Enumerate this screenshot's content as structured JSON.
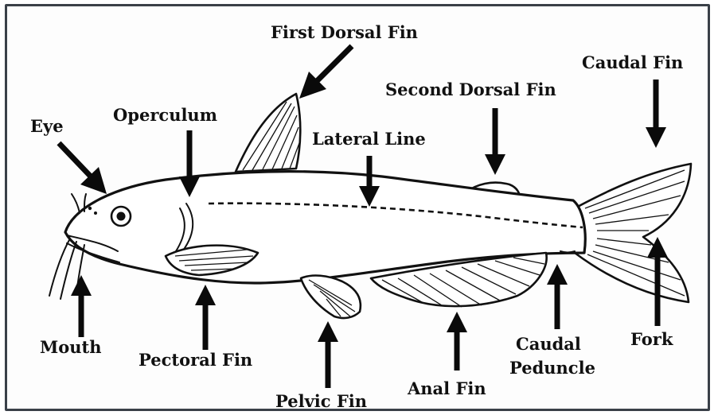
{
  "labels": {
    "first_dorsal_fin": "First Dorsal Fin",
    "caudal_fin": "Caudal Fin",
    "second_dorsal_fin": "Second Dorsal Fin",
    "eye": "Eye",
    "operculum": "Operculum",
    "lateral_line": "Lateral Line",
    "mouth": "Mouth",
    "pectoral_fin": "Pectoral Fin",
    "pelvic_fin": "Pelvic Fin",
    "anal_fin": "Anal Fin",
    "caudal_peduncle_1": "Caudal",
    "caudal_peduncle_2": "Peduncle",
    "fork": "Fork"
  }
}
